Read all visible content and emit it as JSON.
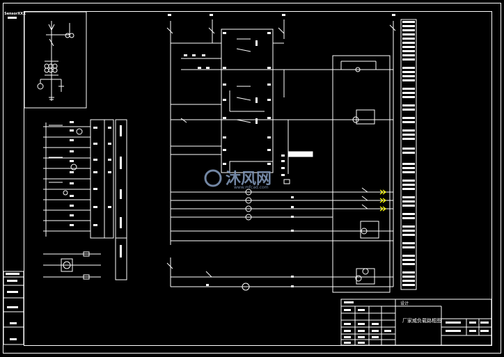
{
  "drawing": {
    "corner_label": "SensorXXX",
    "title_block_header": "设计",
    "title": "厂家威负载路框图"
  },
  "watermark": {
    "name": "沐风网",
    "url": "www.mfcad.com"
  },
  "colors": {
    "background": "#000000",
    "line": "#ffffff",
    "highlight": "#ffff00",
    "watermark": "#7f95b5"
  }
}
